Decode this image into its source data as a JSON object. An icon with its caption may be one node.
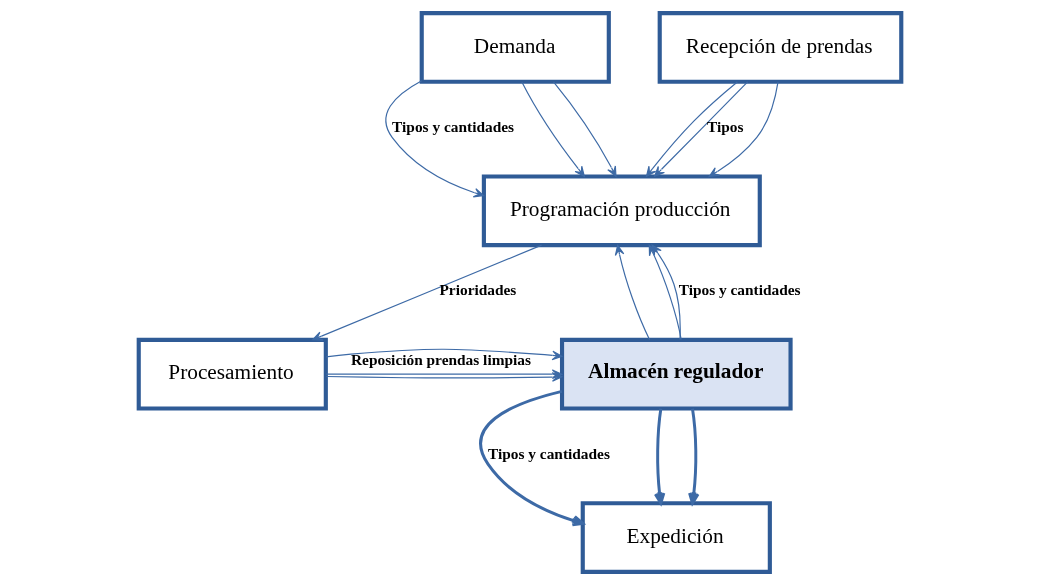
{
  "diagram": {
    "nodes": [
      {
        "text": [
          "Demanda"
        ]
      },
      {
        "text": [
          "Recepción de prendas"
        ]
      },
      {
        "text": [
          "Programación producción"
        ]
      },
      {
        "text": [
          "Procesamiento"
        ]
      },
      {
        "text": [
          "Almacén regulador"
        ]
      },
      {
        "text": [
          "Expedición"
        ]
      }
    ],
    "edges": [
      {
        "from": 0,
        "to": 2,
        "arrow": "to",
        "label": "Tipos y cantidades"
      },
      {
        "from": 0,
        "to": 2,
        "arrow": "to"
      },
      {
        "from": 0,
        "to": 2,
        "arrow": "to"
      },
      {
        "from": 1,
        "to": 2,
        "arrow": "to"
      },
      {
        "from": 1,
        "to": 2,
        "arrow": "to",
        "label": "Tipos"
      },
      {
        "from": 1,
        "to": 2,
        "arrow": "to"
      },
      {
        "from": 4,
        "to": 2,
        "arrow": "to"
      },
      {
        "from": 4,
        "to": 2,
        "arrow": "to"
      },
      {
        "from": 4,
        "to": 2,
        "arrow": "to",
        "label": "Tipos y cantidades"
      },
      {
        "from": 2,
        "to": 3,
        "arrow": "to",
        "label": "Prioridades"
      },
      {
        "from": 3,
        "to": 4,
        "arrow": "to"
      },
      {
        "from": 3,
        "to": 4,
        "arrow": "to"
      },
      {
        "from": 3,
        "to": 4,
        "arrow": "to",
        "label": "Reposición prendas limpias"
      },
      {
        "from": 4,
        "to": 5,
        "arrow": "to",
        "style": "thick",
        "label": "Tipos y cantidades"
      },
      {
        "from": 4,
        "to": 5,
        "arrow": "to",
        "style": "thick"
      },
      {
        "from": 4,
        "to": 5,
        "arrow": "to",
        "style": "thick"
      }
    ]
  }
}
